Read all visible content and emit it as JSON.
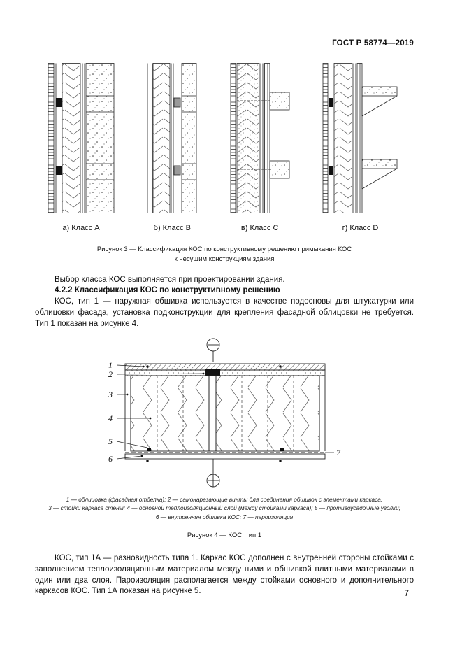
{
  "header": {
    "doc_number": "ГОСТ Р 58774—2019"
  },
  "figure3": {
    "labels": [
      "а) Класс А",
      "б) Класс В",
      "в) Класс С",
      "г) Класс D"
    ],
    "caption_line1": "Рисунок 3 — Классификация КОС по конструктивному решению примыкания КОС",
    "caption_line2": "к несущим конструкциям здания"
  },
  "body": {
    "p1": "Выбор класса КОС выполняется при проектировании здания.",
    "heading_422": "4.2.2 Классификация КОС по конструктивному решению",
    "p2": "КОС, тип 1 — наружная обшивка используется в качестве подосновы для штукатурки или облицовки фасада, установка подконструкции для крепления фасадной облицовки не требуется. Тип 1 показан на рисунке 4.",
    "p3": "КОС, тип 1А — разновидность типа 1. Каркас КОС дополнен с внутренней стороны стойками с заполнением теплоизоляционным материалом между ними и обшивкой плитными материалами в один или два слоя. Пароизоляция располагается между стойками основного и дополнительного каркасов КОС. Тип 1А показан на рисунке 5."
  },
  "figure4": {
    "callouts": [
      "1",
      "2",
      "3",
      "4",
      "5",
      "6",
      "7"
    ],
    "section_mark_top": "⊖",
    "section_mark_bottom": "⊕",
    "legend_line1": "1 — облицовка (фасадная отделка); 2 — самонарезающие винты для соединения обшивок с элементами каркаса;",
    "legend_line2": "3 — стойки каркаса стены; 4 — основной теплоизоляционный слой (между стойками каркаса); 5 — противоусадочные уголки;",
    "legend_line3": "6 — внутренняя обшивка КОС; 7 — пароизоляция",
    "caption": "Рисунок 4 — КОС, тип 1"
  },
  "footer": {
    "page_number": "7"
  }
}
